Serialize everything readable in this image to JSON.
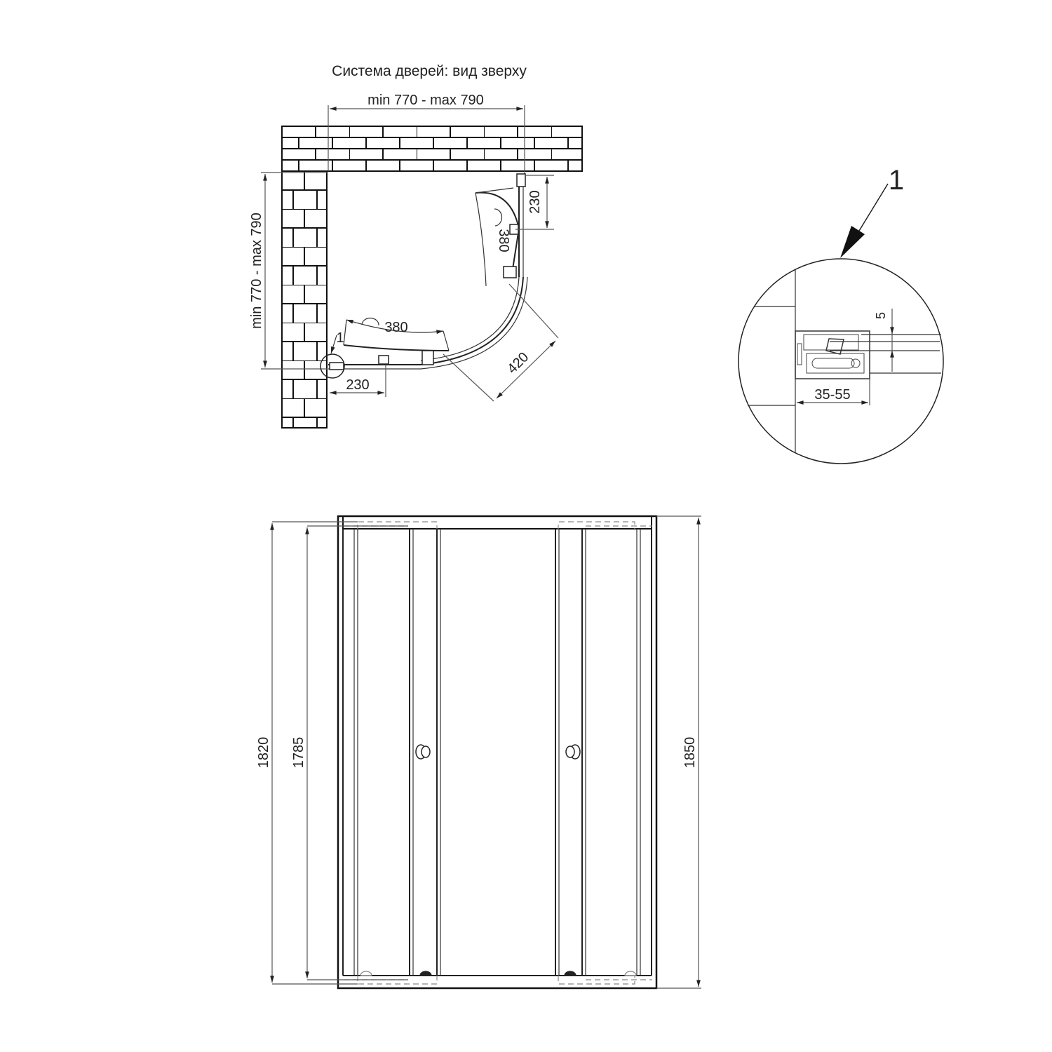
{
  "title": "Система дверей: вид зверху",
  "top_view": {
    "width_dim": "min 770 - max 790",
    "depth_dim": "min 770 - max 790",
    "right_offset_dim": "230",
    "bottom_offset_dim": "230",
    "right_door_swing": "380",
    "bottom_door_swing": "380",
    "diagonal_dim": "420",
    "detail_callout": "1"
  },
  "detail_view": {
    "label": "1",
    "profile_adjust_dim": "35-55",
    "gap_dim": "5"
  },
  "front_view": {
    "height_outer_left": "1820",
    "height_inner_left": "1785",
    "height_total_right": "1850"
  },
  "colors": {
    "line": "#222222",
    "dimension": "#555555",
    "hidden": "#888888",
    "background": "#ffffff"
  }
}
